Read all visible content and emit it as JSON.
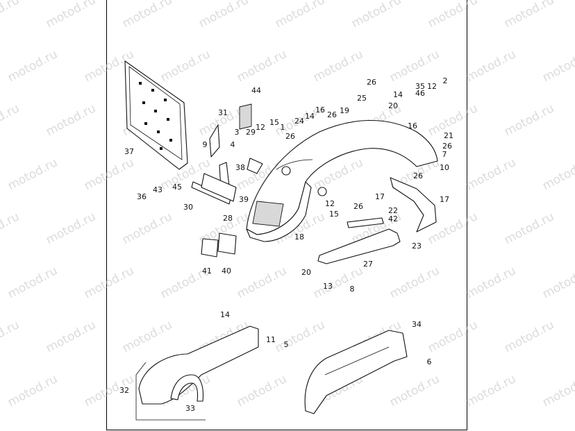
{
  "diagram": {
    "watermark_text": "motod.ru",
    "callouts": [
      {
        "id": "2",
        "text": "2"
      },
      {
        "id": "12a",
        "text": "12"
      },
      {
        "id": "46",
        "text": "46"
      },
      {
        "id": "35",
        "text": "35"
      },
      {
        "id": "26a",
        "text": "26"
      },
      {
        "id": "14a",
        "text": "14"
      },
      {
        "id": "20a",
        "text": "20"
      },
      {
        "id": "25",
        "text": "25"
      },
      {
        "id": "16a",
        "text": "16"
      },
      {
        "id": "21",
        "text": "21"
      },
      {
        "id": "26b",
        "text": "26"
      },
      {
        "id": "7",
        "text": "7"
      },
      {
        "id": "10",
        "text": "10"
      },
      {
        "id": "26c",
        "text": "26"
      },
      {
        "id": "17a",
        "text": "17"
      },
      {
        "id": "17b",
        "text": "17"
      },
      {
        "id": "23",
        "text": "23"
      },
      {
        "id": "44",
        "text": "44"
      },
      {
        "id": "31",
        "text": "31"
      },
      {
        "id": "15a",
        "text": "15"
      },
      {
        "id": "12b",
        "text": "12"
      },
      {
        "id": "1",
        "text": "1"
      },
      {
        "id": "24",
        "text": "24"
      },
      {
        "id": "14b",
        "text": "14"
      },
      {
        "id": "16b",
        "text": "16"
      },
      {
        "id": "26d",
        "text": "26"
      },
      {
        "id": "19",
        "text": "19"
      },
      {
        "id": "3",
        "text": "3"
      },
      {
        "id": "29",
        "text": "29"
      },
      {
        "id": "26e",
        "text": "26"
      },
      {
        "id": "9",
        "text": "9"
      },
      {
        "id": "4",
        "text": "4"
      },
      {
        "id": "37",
        "text": "37"
      },
      {
        "id": "38",
        "text": "38"
      },
      {
        "id": "39",
        "text": "39"
      },
      {
        "id": "36",
        "text": "36"
      },
      {
        "id": "43",
        "text": "43"
      },
      {
        "id": "45",
        "text": "45"
      },
      {
        "id": "30",
        "text": "30"
      },
      {
        "id": "28",
        "text": "28"
      },
      {
        "id": "12c",
        "text": "12"
      },
      {
        "id": "26f",
        "text": "26"
      },
      {
        "id": "15b",
        "text": "15"
      },
      {
        "id": "22",
        "text": "22"
      },
      {
        "id": "42",
        "text": "42"
      },
      {
        "id": "18",
        "text": "18"
      },
      {
        "id": "41",
        "text": "41"
      },
      {
        "id": "40",
        "text": "40"
      },
      {
        "id": "20b",
        "text": "20"
      },
      {
        "id": "27",
        "text": "27"
      },
      {
        "id": "13",
        "text": "13"
      },
      {
        "id": "8",
        "text": "8"
      },
      {
        "id": "14c",
        "text": "14"
      },
      {
        "id": "11",
        "text": "11"
      },
      {
        "id": "5",
        "text": "5"
      },
      {
        "id": "34",
        "text": "34"
      },
      {
        "id": "6",
        "text": "6"
      },
      {
        "id": "32",
        "text": "32"
      },
      {
        "id": "33",
        "text": "33"
      }
    ]
  }
}
